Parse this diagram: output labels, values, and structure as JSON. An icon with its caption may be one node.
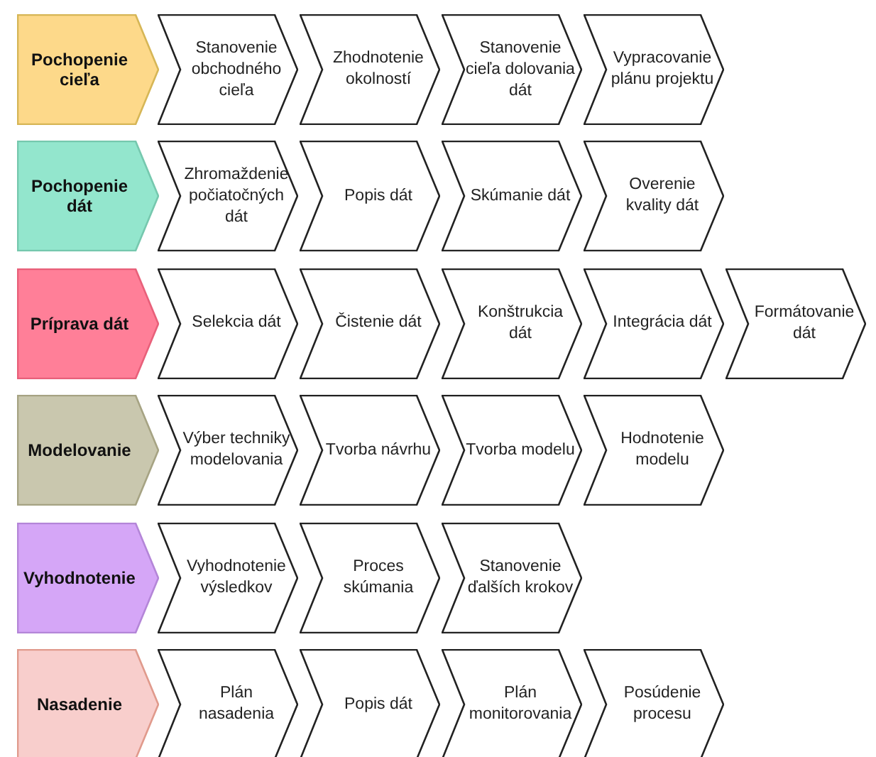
{
  "diagram": {
    "nodes": [
      {
        "text": [
          "Pochopenie cieľa"
        ]
      },
      {
        "text": [
          "Stanovenie obchodného cieľa"
        ]
      },
      {
        "text": [
          "Zhodnotenie okolností"
        ]
      },
      {
        "text": [
          "Stanovenie cieľa dolovania dát"
        ]
      },
      {
        "text": [
          "Vypracovanie plánu projektu"
        ]
      },
      {
        "text": [
          "Pochopenie dát"
        ]
      },
      {
        "text": [
          "Zhromaždenie počiatočných dát"
        ]
      },
      {
        "text": [
          "Popis dát"
        ]
      },
      {
        "text": [
          "Skúmanie dát"
        ]
      },
      {
        "text": [
          "Overenie kvality dát"
        ]
      },
      {
        "text": [
          "Príprava dát"
        ]
      },
      {
        "text": [
          "Selekcia dát"
        ]
      },
      {
        "text": [
          "Čistenie dát"
        ]
      },
      {
        "text": [
          "Konštrukcia dát"
        ]
      },
      {
        "text": [
          "Integrácia dát"
        ]
      },
      {
        "text": [
          "Formátovanie dát"
        ]
      },
      {
        "text": [
          "Modelovanie"
        ]
      },
      {
        "text": [
          "Výber techniky modelovania"
        ]
      },
      {
        "text": [
          "Tvorba návrhu"
        ]
      },
      {
        "text": [
          "Tvorba modelu"
        ]
      },
      {
        "text": [
          "Hodnotenie modelu"
        ]
      },
      {
        "text": [
          "Vyhodnotenie"
        ]
      },
      {
        "text": [
          "Vyhodnotenie výsledkov"
        ]
      },
      {
        "text": [
          "Proces skúmania"
        ]
      },
      {
        "text": [
          "Stanovenie ďalších krokov"
        ]
      },
      {
        "text": [
          "Nasadenie"
        ]
      },
      {
        "text": [
          "Plán nasadenia"
        ]
      },
      {
        "text": [
          "Popis dát"
        ]
      },
      {
        "text": [
          "Plán monitorovania"
        ]
      },
      {
        "text": [
          "Posúdenie procesu"
        ]
      }
    ],
    "edges": []
  }
}
